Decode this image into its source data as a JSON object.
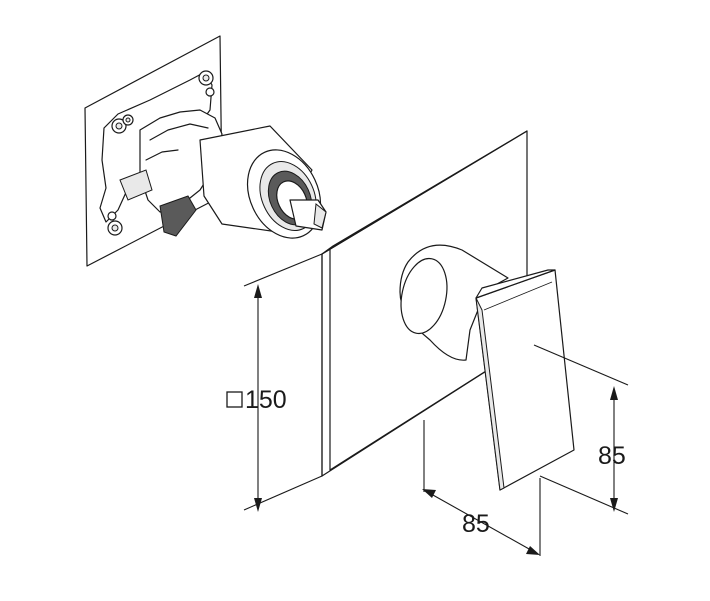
{
  "dimensions": {
    "plate_size": {
      "symbol": "□",
      "value": "150"
    },
    "handle_height": "85",
    "handle_projection": "85"
  }
}
